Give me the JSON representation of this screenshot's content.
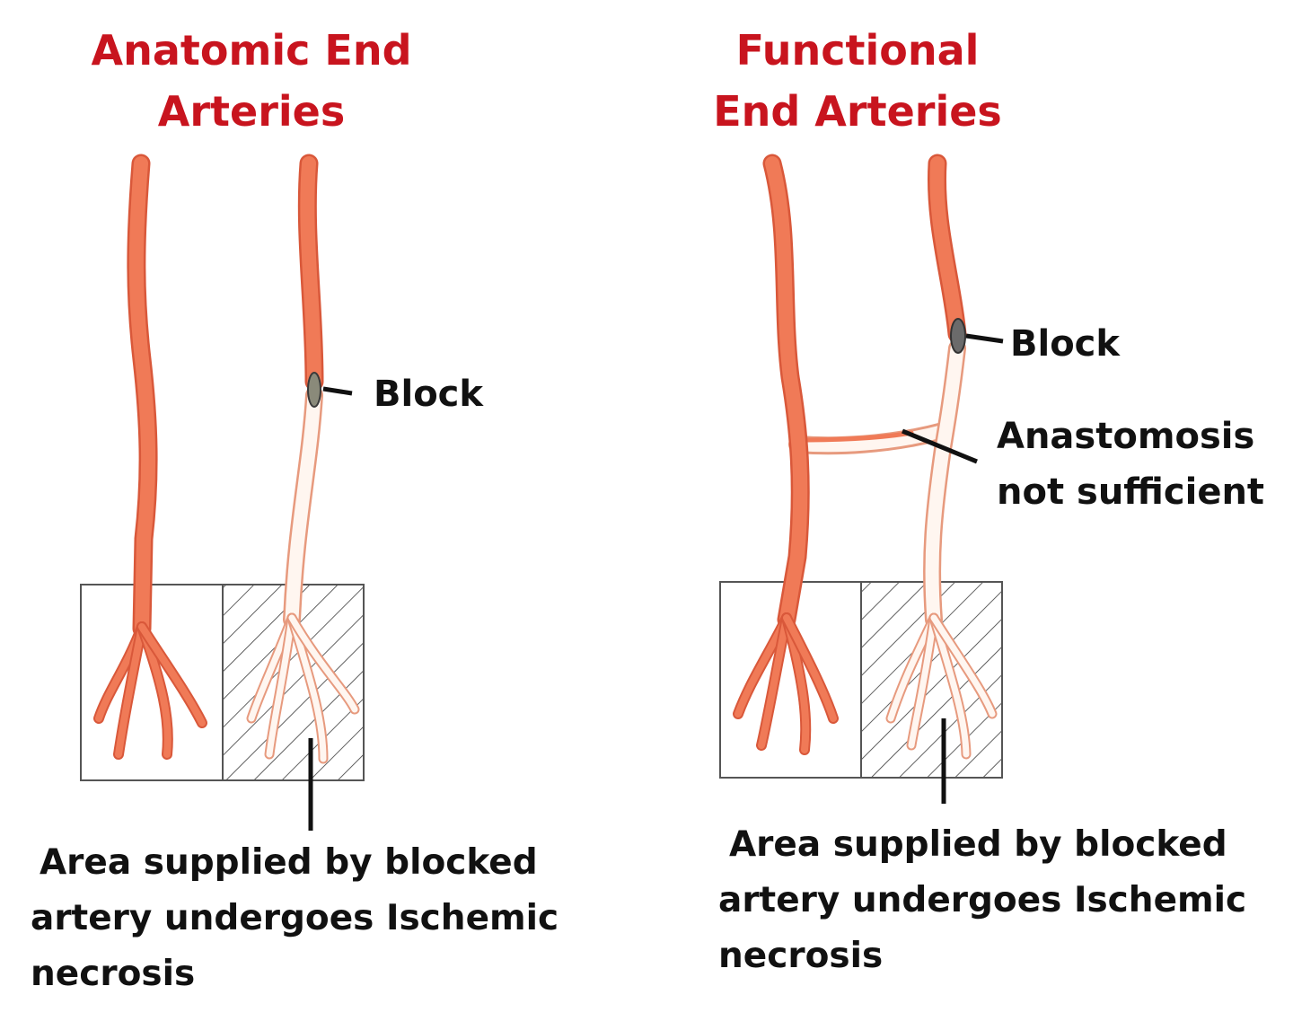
{
  "left_panel": {
    "title_line1": "Anatomic End",
    "title_line2": "Arteries",
    "block_label": "Block",
    "caption_line1": "Area supplied by blocked",
    "caption_line2": "artery undergoes Ischemic",
    "caption_line3": "necrosis"
  },
  "right_panel": {
    "title_line1": "Functional",
    "title_line2": "End Arteries",
    "block_label": "Block",
    "anastomosis_line1": "Anastomosis",
    "anastomosis_line2": "not sufficient",
    "caption_line1": "Area supplied by blocked",
    "caption_line2": "artery undergoes Ischemic",
    "caption_line3": "necrosis"
  },
  "colors": {
    "title": "#c8141e",
    "artery": "#f07a57",
    "artery_edge": "#d9583a",
    "blocked_artery": "#fff6f0",
    "blocked_edge": "#e79a7e",
    "clot": "#6b6b6b",
    "text": "#111111"
  }
}
